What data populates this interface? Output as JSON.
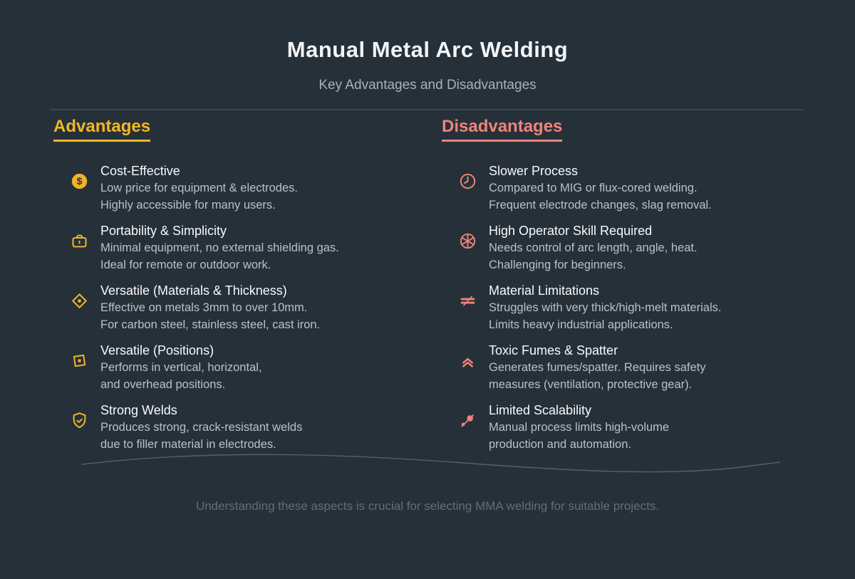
{
  "page": {
    "title": "Manual Metal Arc Welding",
    "subtitle": "Key Advantages and Disadvantages",
    "footer": "Understanding these aspects is crucial for selecting MMA welding for suitable projects."
  },
  "colors": {
    "background": "#263039",
    "advantage_accent": "#f0b429",
    "disadvantage_accent": "#ee8277",
    "heading_text": "#f2f5f7",
    "body_text": "#b6c2ca",
    "footer_text": "#5e6f7a"
  },
  "advantages": {
    "heading": "Advantages",
    "items": [
      {
        "icon": "coin-icon",
        "title": "Cost-Effective",
        "desc1": "Low price for equipment & electrodes.",
        "desc2": "Highly accessible for many users."
      },
      {
        "icon": "briefcase-icon",
        "title": "Portability & Simplicity",
        "desc1": "Minimal equipment, no external shielding gas.",
        "desc2": "Ideal for remote or outdoor work."
      },
      {
        "icon": "diamond-icon",
        "title": "Versatile (Materials & Thickness)",
        "desc1": "Effective on metals 3mm to over 10mm.",
        "desc2": "For carbon steel, stainless steel, cast iron."
      },
      {
        "icon": "positions-icon",
        "title": "Versatile (Positions)",
        "desc1": "Performs in vertical, horizontal,",
        "desc2": "and overhead positions."
      },
      {
        "icon": "shield-check-icon",
        "title": "Strong Welds",
        "desc1": "Produces strong, crack-resistant welds",
        "desc2": "due to filler material in electrodes."
      }
    ]
  },
  "disadvantages": {
    "heading": "Disadvantages",
    "items": [
      {
        "icon": "clock-icon",
        "title": "Slower Process",
        "desc1": "Compared to MIG or flux-cored welding.",
        "desc2": "Frequent electrode changes, slag removal."
      },
      {
        "icon": "skill-wheel-icon",
        "title": "High Operator Skill Required",
        "desc1": "Needs control of arc length, angle, heat.",
        "desc2": "Challenging for beginners."
      },
      {
        "icon": "material-layers-icon",
        "title": "Material Limitations",
        "desc1": "Struggles with very thick/high-melt materials.",
        "desc2": "Limits heavy industrial applications."
      },
      {
        "icon": "fumes-chevrons-icon",
        "title": "Toxic Fumes & Spatter",
        "desc1": "Generates fumes/spatter. Requires safety",
        "desc2": "measures (ventilation, protective gear)."
      },
      {
        "icon": "manual-limit-icon",
        "title": "Limited Scalability",
        "desc1": "Manual process limits high-volume",
        "desc2": "production and automation."
      }
    ]
  }
}
